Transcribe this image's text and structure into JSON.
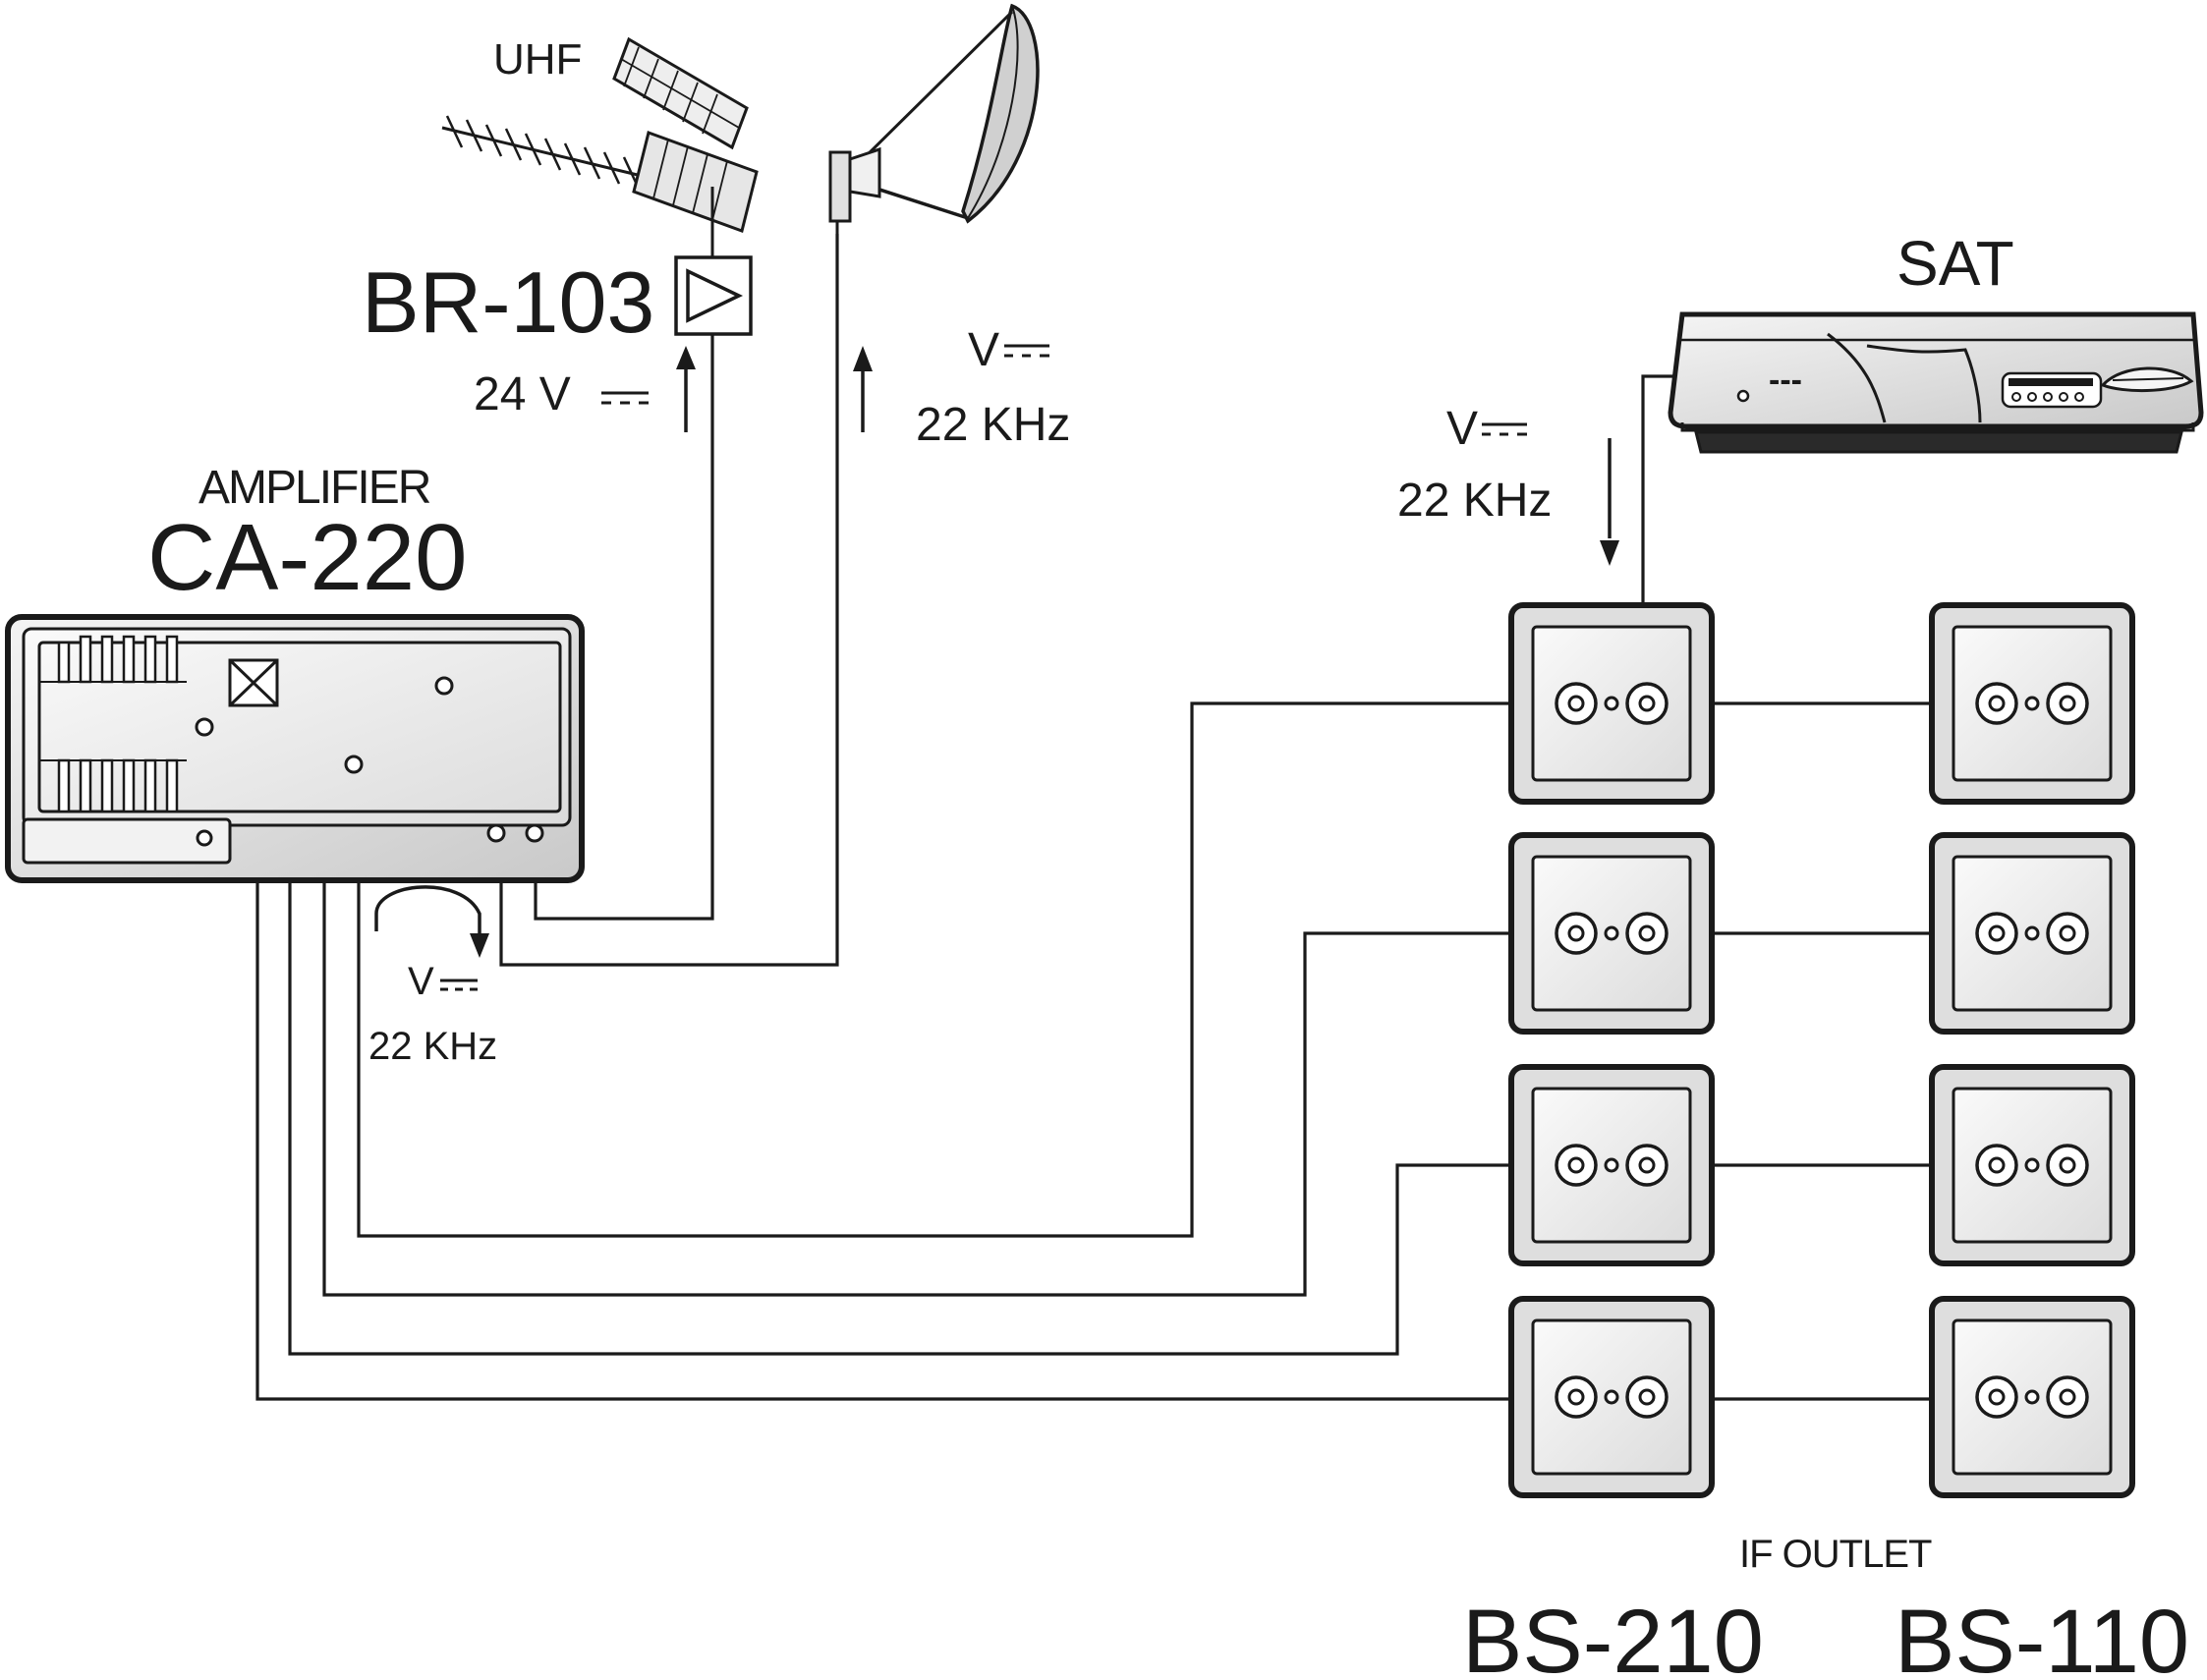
{
  "labels": {
    "uhf": "UHF",
    "br103": "BR-103",
    "br103_voltage": "24 V",
    "dish_voltage": "V",
    "dish_freq": "22 KHz",
    "amplifier": "AMPLIFIER",
    "ca220": "CA-220",
    "amp_voltage": "V",
    "amp_freq": "22 KHz",
    "sat": "SAT",
    "sat_voltage": "V",
    "sat_freq": "22 KHz",
    "sat_display": "---",
    "if_outlet": "IF OUTLET",
    "bs210": "BS-210",
    "bs110": "BS-110"
  },
  "colors": {
    "line": "#1a1a1a",
    "device_fill": "#e2e2e2",
    "device_face": "#efefef",
    "background": "#ffffff"
  },
  "icons": [
    "uhf-antenna-icon",
    "amplifier-triangle-icon",
    "satellite-dish-icon",
    "arrow-up-icon",
    "arrow-down-icon",
    "dc-symbol-icon"
  ]
}
